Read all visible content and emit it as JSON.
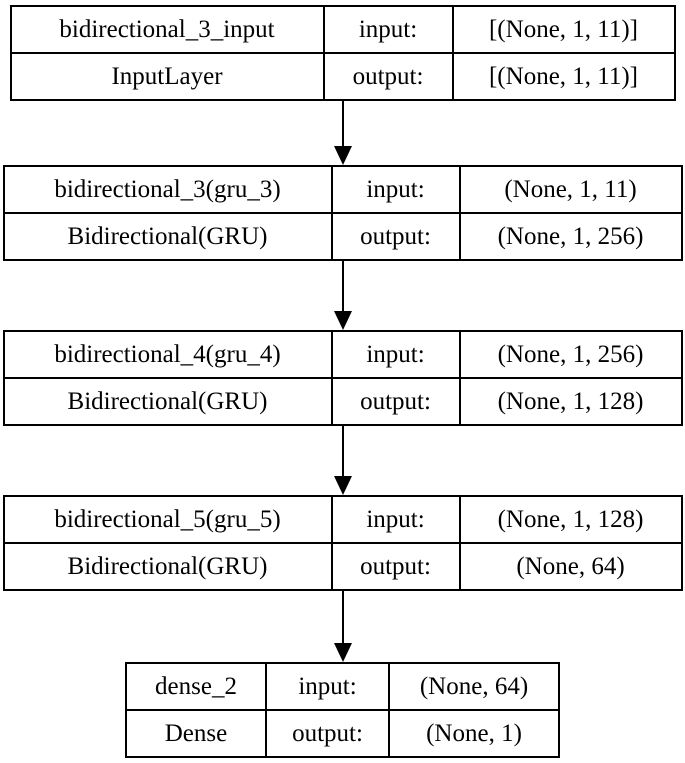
{
  "colors": {
    "background": "#ffffff",
    "border": "#000000",
    "text": "#000000",
    "arrow": "#000000"
  },
  "nodes": [
    {
      "name": "bidirectional_3_input",
      "type": "InputLayer",
      "input_label": "input:",
      "output_label": "output:",
      "input_shape": "[(None, 1, 11)]",
      "output_shape": "[(None, 1, 11)]"
    },
    {
      "name": "bidirectional_3(gru_3)",
      "type": "Bidirectional(GRU)",
      "input_label": "input:",
      "output_label": "output:",
      "input_shape": "(None, 1, 11)",
      "output_shape": "(None, 1, 256)"
    },
    {
      "name": "bidirectional_4(gru_4)",
      "type": "Bidirectional(GRU)",
      "input_label": "input:",
      "output_label": "output:",
      "input_shape": "(None, 1, 256)",
      "output_shape": "(None, 1, 128)"
    },
    {
      "name": "bidirectional_5(gru_5)",
      "type": "Bidirectional(GRU)",
      "input_label": "input:",
      "output_label": "output:",
      "input_shape": "(None, 1, 128)",
      "output_shape": "(None, 64)"
    },
    {
      "name": "dense_2",
      "type": "Dense",
      "input_label": "input:",
      "output_label": "output:",
      "input_shape": "(None, 64)",
      "output_shape": "(None, 1)"
    }
  ]
}
